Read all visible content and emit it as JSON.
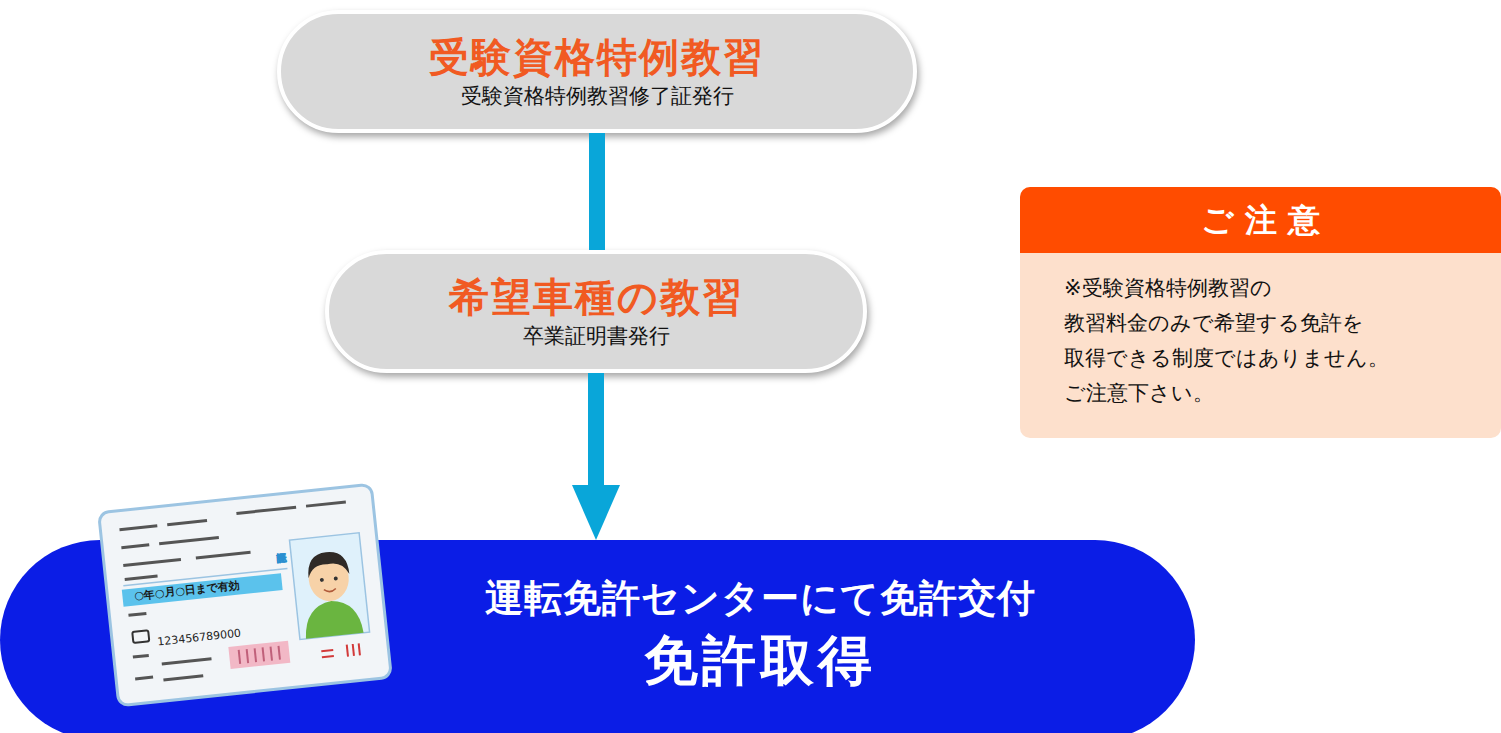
{
  "diagram": {
    "nodes": [
      {
        "text": [
          "受験資格特例教習",
          "受験資格特例教習修了証発行"
        ]
      },
      {
        "text": [
          "希望車種の教習",
          "卒業証明書発行"
        ]
      },
      {
        "text": [
          "運転免許センターにて免許交付",
          "免許取得"
        ]
      },
      {
        "text": [
          "ご 注 意",
          "※受験資格特例教習の 教習料金のみで希望する免許を 取得できる制度ではありません。 ご注意下さい。"
        ]
      }
    ],
    "edges": [
      {
        "from": 0,
        "to": 1,
        "arrow": "none"
      },
      {
        "from": 1,
        "to": 2,
        "arrow": "to"
      }
    ],
    "labels": [
      "○年○月○日まで有効",
      "123456789000",
      "運転免許証"
    ]
  }
}
